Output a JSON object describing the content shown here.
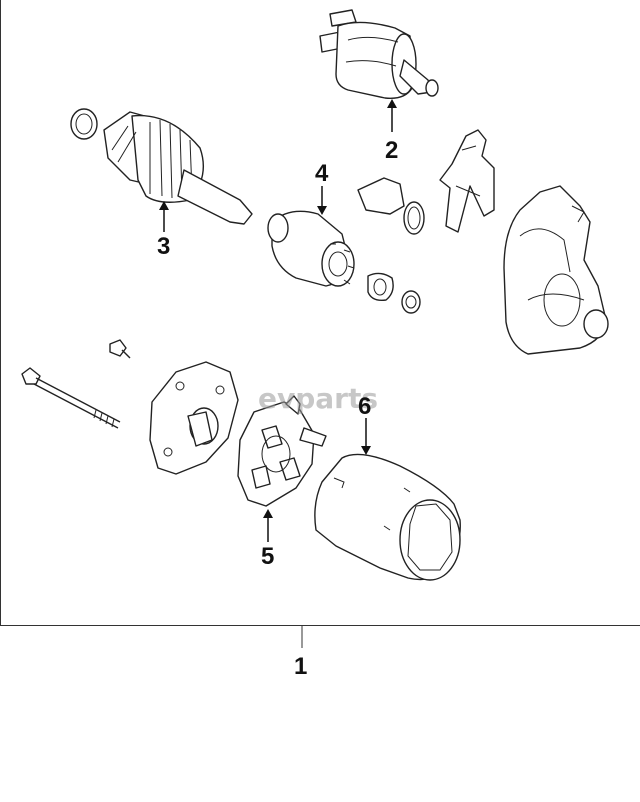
{
  "callouts": {
    "c1": "1",
    "c2": "2",
    "c3": "3",
    "c4": "4",
    "c5": "5",
    "c6": "6"
  },
  "watermark": "evparts",
  "colors": {
    "line": "#222222",
    "background": "#ffffff",
    "frame": "#333333"
  }
}
